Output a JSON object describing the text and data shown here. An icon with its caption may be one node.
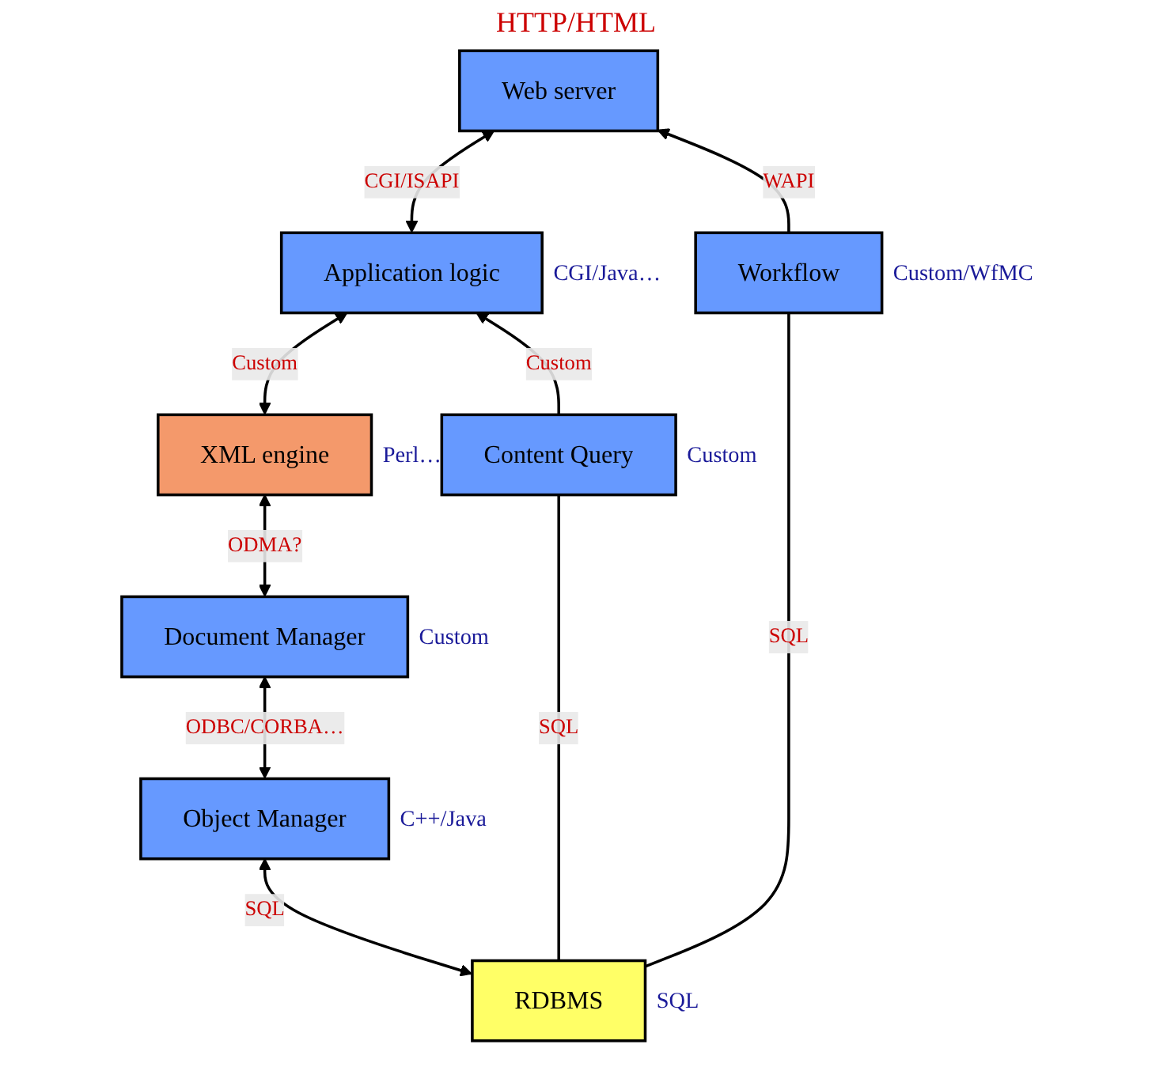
{
  "diagram": {
    "nodes": [
      {
        "text": [
          "Web server"
        ]
      },
      {
        "text": [
          "Application logic"
        ],
        "beside": [
          "CGI/Java…"
        ]
      },
      {
        "text": [
          "XML engine"
        ],
        "beside": [
          "Perl…"
        ]
      },
      {
        "text": [
          "Document Manager"
        ],
        "beside": [
          "Custom"
        ]
      },
      {
        "text": [
          "Workflow"
        ],
        "beside": [
          "Custom/WfMC"
        ]
      },
      {
        "text": [
          "Content Query"
        ],
        "beside": [
          "Custom"
        ]
      },
      {
        "text": [
          "Object Manager"
        ],
        "beside": [
          "C++/Java"
        ]
      },
      {
        "text": [
          "RDBMS"
        ],
        "beside": [
          "SQL"
        ]
      }
    ],
    "edges": [
      {
        "from": 1,
        "to": 0,
        "arrow": "both",
        "label": "CGI/ISAPI"
      },
      {
        "from": 1,
        "to": 2,
        "arrow": "both",
        "label": "Custom"
      },
      {
        "from": 2,
        "to": 3,
        "arrow": "both",
        "label": "ODMA?"
      },
      {
        "from": 3,
        "to": 6,
        "arrow": "both",
        "label": "ODBC/CORBA…"
      },
      {
        "from": 6,
        "to": 7,
        "arrow": "both",
        "label": "SQL"
      },
      {
        "from": 4,
        "to": 0,
        "arrow": "to",
        "label": "WAPI"
      },
      {
        "from": 5,
        "to": 1,
        "arrow": "to",
        "label": "Custom"
      },
      {
        "from": 4,
        "to": 7,
        "arrow": "none",
        "label": "SQL"
      },
      {
        "from": 5,
        "to": 7,
        "arrow": "none",
        "label": "SQL"
      }
    ],
    "labels": [
      "HTTP/HTML"
    ]
  }
}
